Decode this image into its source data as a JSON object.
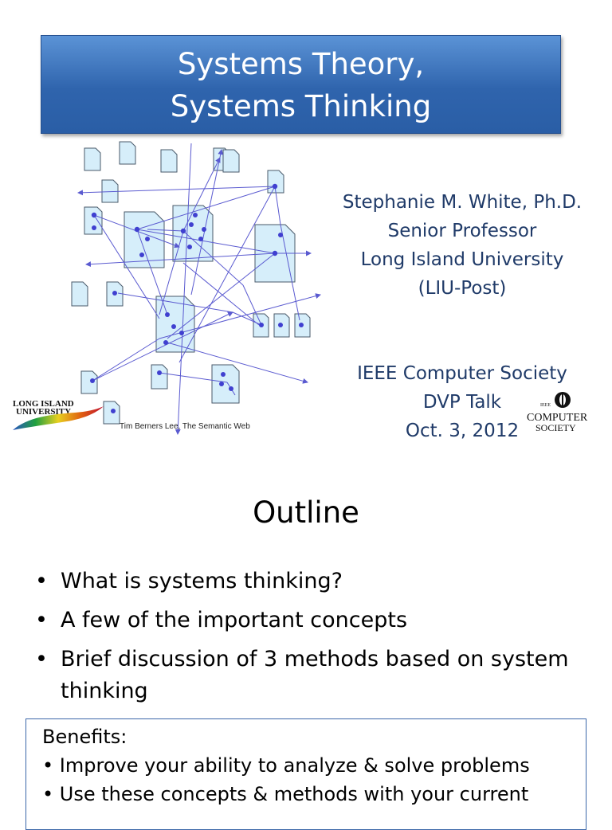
{
  "slide1": {
    "title_line1": "Systems Theory,",
    "title_line2": "Systems Thinking",
    "speaker": {
      "name": "Stephanie M. White, Ph.D.",
      "role": "Senior Professor",
      "institution": "Long Island University",
      "campus": "(LIU-Post)"
    },
    "event": {
      "org": "IEEE Computer Society",
      "talk": "DVP Talk",
      "date": "Oct. 3, 2012"
    },
    "caption": "Tim Berners Lee,  The Semantic Web",
    "liu_logo": {
      "line1": "LONG ISLAND",
      "line2": "UNIVERSITY"
    },
    "cs_logo": {
      "ieee": "IEEE",
      "line1": "COMPUTER",
      "line2": "SOCIETY"
    },
    "colors": {
      "title_bg": "#2f64ad",
      "speaker_text": "#1f3a68",
      "doc_fill": "#d6eefa",
      "node": "#4040d0"
    }
  },
  "slide2": {
    "title": "Outline",
    "bullets": [
      "What is systems thinking?",
      "A few of the important concepts",
      "Brief discussion of 3 methods based on system",
      "thinking"
    ],
    "bullet_glyph": "•",
    "benefits_heading": "Benefits:",
    "benefits": [
      "• Improve your ability to analyze & solve problems",
      "• Use these concepts & methods with your current"
    ],
    "colors": {
      "box_border": "#3b66a8"
    }
  }
}
